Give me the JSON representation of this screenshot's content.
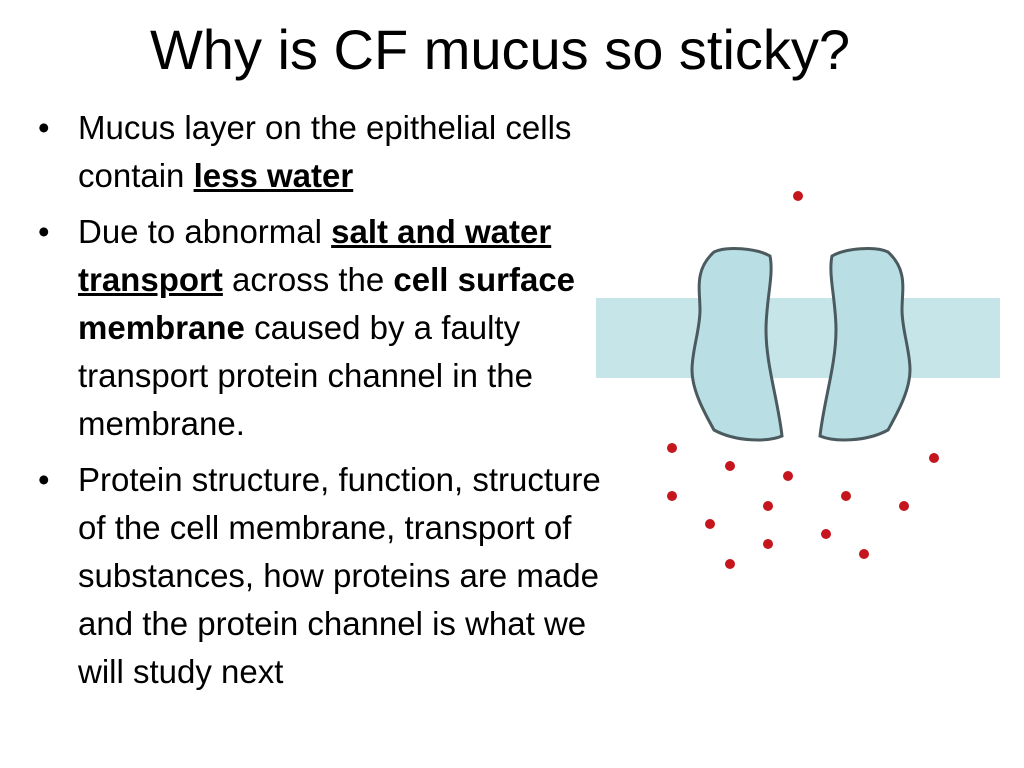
{
  "slide": {
    "title": "Why is CF mucus so sticky?",
    "bullets": [
      {
        "parts": [
          {
            "text": "Mucus layer on the epithelial cells contain ",
            "style": "normal"
          },
          {
            "text": "less water",
            "style": "bold-underline"
          }
        ]
      },
      {
        "parts": [
          {
            "text": "Due to abnormal ",
            "style": "normal"
          },
          {
            "text": "salt and water transport",
            "style": "bold-underline"
          },
          {
            "text": " across the ",
            "style": "normal"
          },
          {
            "text": "cell surface membrane",
            "style": "bold"
          },
          {
            "text": " caused by a faulty transport protein channel in the membrane.",
            "style": "normal"
          }
        ]
      },
      {
        "parts": [
          {
            "text": "Protein structure, function, structure of the cell membrane, transport of substances, how proteins are made and the protein channel is what we will study next",
            "style": "normal"
          }
        ]
      }
    ]
  },
  "diagram": {
    "membrane_color": "#c5e5e8",
    "protein_fill": "#b9dfe4",
    "protein_stroke": "#4a5a5e",
    "ion_color": "#c4161c",
    "ion_icon": "red-dot-icon"
  }
}
